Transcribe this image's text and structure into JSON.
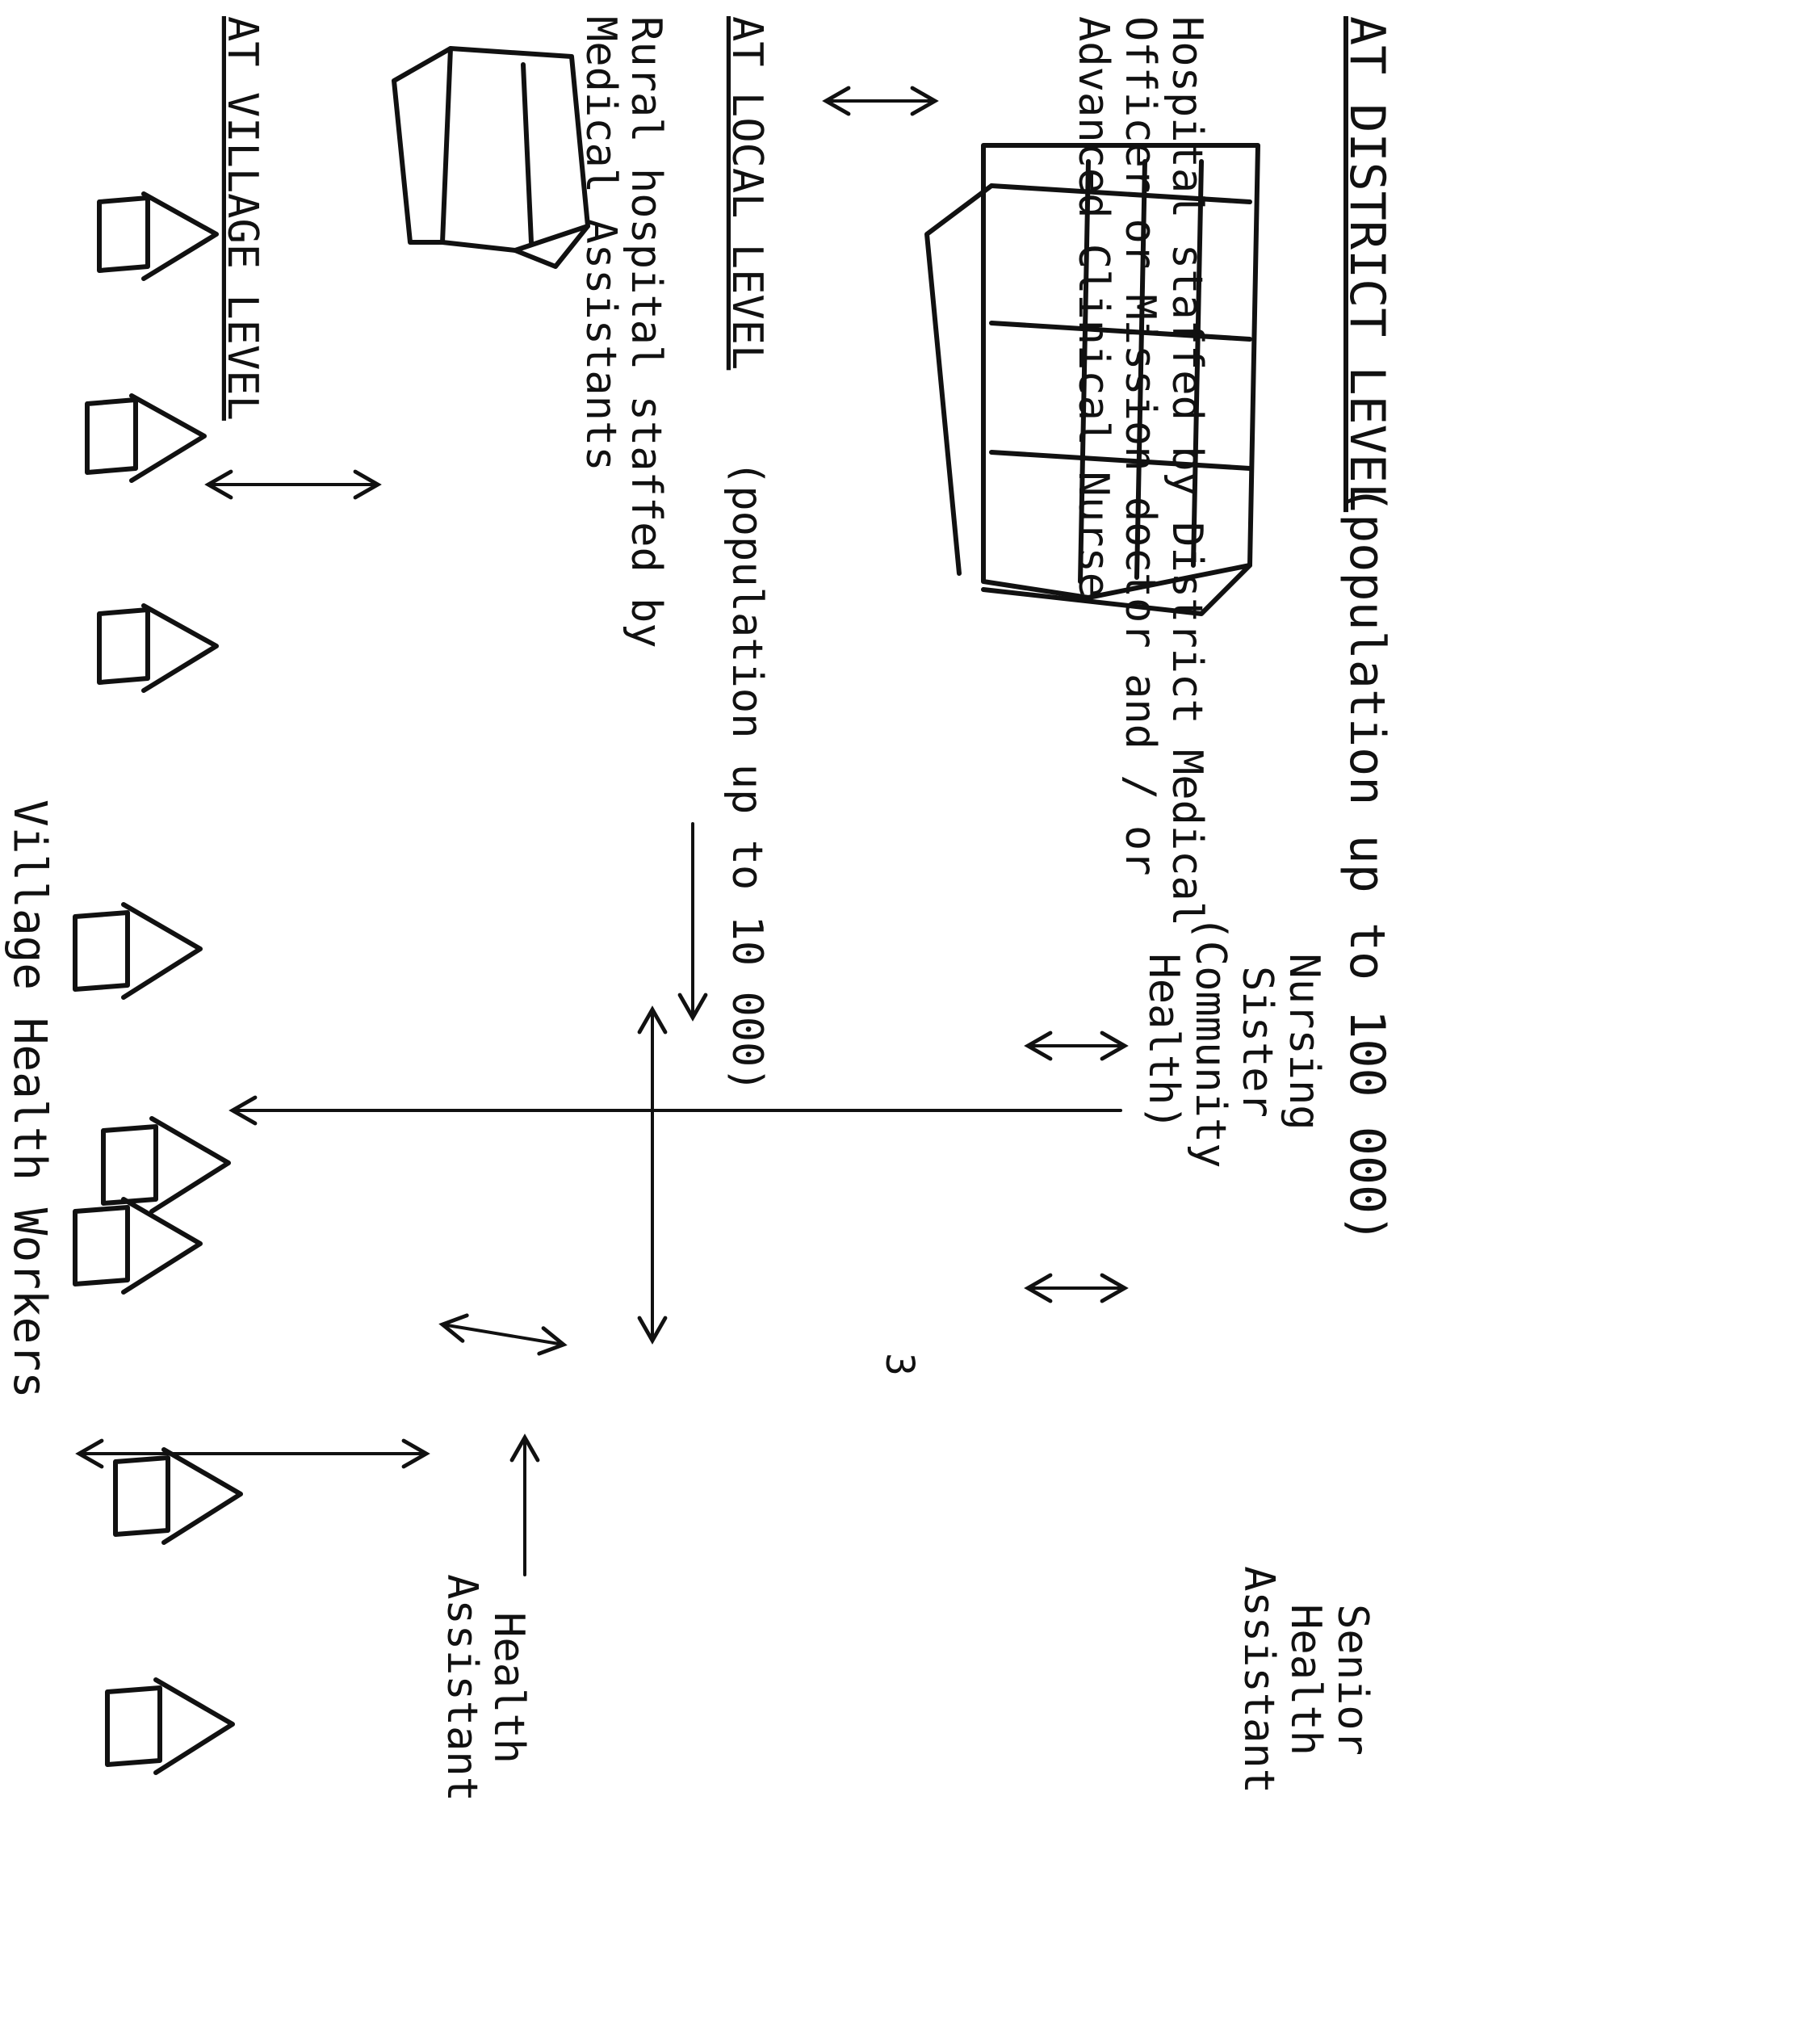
{
  "levels": {
    "district": {
      "heading": "AT DISTRICT LEVEL",
      "population": "(population up to 100 000)",
      "staffing_lines": [
        "Hospital staffed by District Medical",
        "Officer or Mission doctor and / or",
        "Advanced Clinical Nurse"
      ]
    },
    "local": {
      "heading": "AT LOCAL LEVEL",
      "population": "(population up to 10 000)",
      "staffing_lines": [
        "Rural hospital staffed by",
        "Medical Assistants"
      ]
    },
    "village": {
      "heading": "AT VILLAGE LEVEL",
      "workers_label": "Village Health Workers"
    }
  },
  "roles": {
    "nursing_sister_lines": [
      "Nursing",
      "Sister",
      "(Community",
      "Health)"
    ],
    "senior_health_assistant_lines": [
      "Senior",
      "Health",
      "Assistant"
    ],
    "health_assistant_lines": [
      "Health",
      "Assistant"
    ]
  },
  "marks": {
    "page_mark": "3"
  }
}
